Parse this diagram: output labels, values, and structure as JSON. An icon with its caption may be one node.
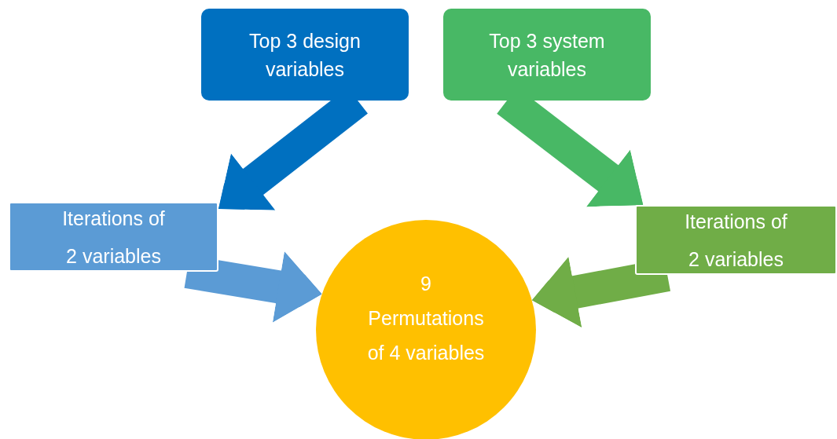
{
  "diagram": {
    "nodes": [
      {
        "text": [
          "Top 3 design variables"
        ]
      },
      {
        "text": [
          "Top 3 system variables"
        ]
      },
      {
        "text": [
          "Iterations of 2 variables"
        ]
      },
      {
        "text": [
          "Iterations of 2 variables"
        ]
      },
      {
        "text": [
          "9 Permutations of 4 variables"
        ]
      }
    ],
    "edges": [
      {
        "from": 0,
        "to": 2,
        "arrow": "to",
        "color": "#0070c0"
      },
      {
        "from": 1,
        "to": 3,
        "arrow": "to",
        "color": "#48b865"
      },
      {
        "from": 2,
        "to": 4,
        "arrow": "to",
        "color": "#5b9bd5"
      },
      {
        "from": 3,
        "to": 4,
        "arrow": "to",
        "color": "#70ad47"
      }
    ]
  }
}
